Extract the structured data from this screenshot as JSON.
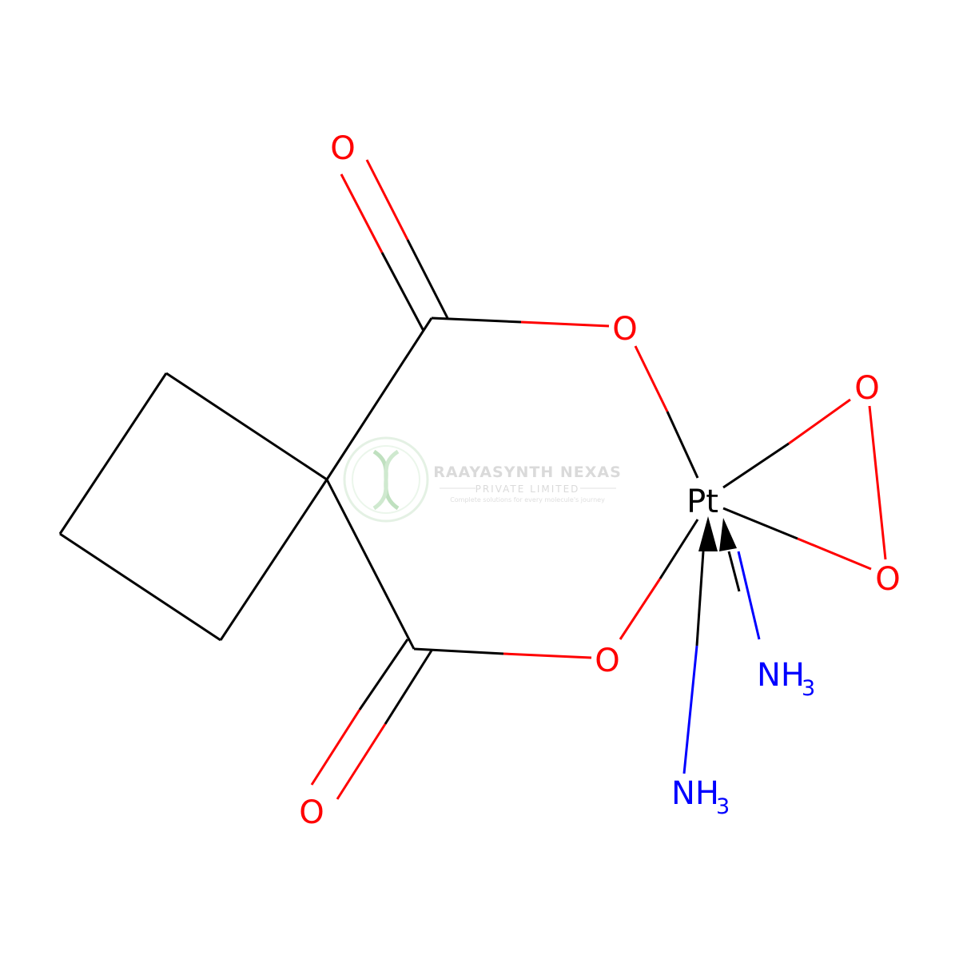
{
  "colors": {
    "bond": "#000000",
    "oxygen": "#ff0000",
    "nitrogen": "#0000ff",
    "platinum": "#000000",
    "watermark": "#8cc88c",
    "watermark_text": "#bcbcbc"
  },
  "atoms": {
    "o_top": "O",
    "o_ring_upper": "O",
    "o_peroxo_1": "O",
    "pt": "Pt",
    "o_peroxo_2": "O",
    "o_ring_lower": "O",
    "nh3_right": "NH",
    "nh3_right_sub": "3",
    "o_bottom": "O",
    "nh3_bottom": "NH",
    "nh3_bottom_sub": "3"
  },
  "watermark": {
    "title": "RAAYASYNTH NEXAS",
    "subtitle": "PRIVATE LIMITED",
    "tagline": "Complete solutions for every molecule's journey",
    "icon": "dna-helix-logo-icon"
  }
}
